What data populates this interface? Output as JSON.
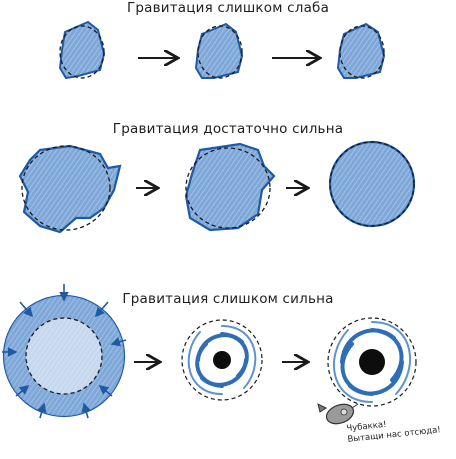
{
  "rows": [
    {
      "caption": "Гравитация слишком слаба"
    },
    {
      "caption": "Гравитация достаточно сильна"
    },
    {
      "caption": "Гравитация слишком сильна"
    }
  ],
  "note": {
    "line1": "Чубакка!",
    "line2": "Вытащи нас отсюда!"
  },
  "colors": {
    "fill": "#7aa3d6",
    "stroke": "#1f5aa3",
    "ink": "#1a1a1a",
    "hole": "#0d0d0d"
  }
}
